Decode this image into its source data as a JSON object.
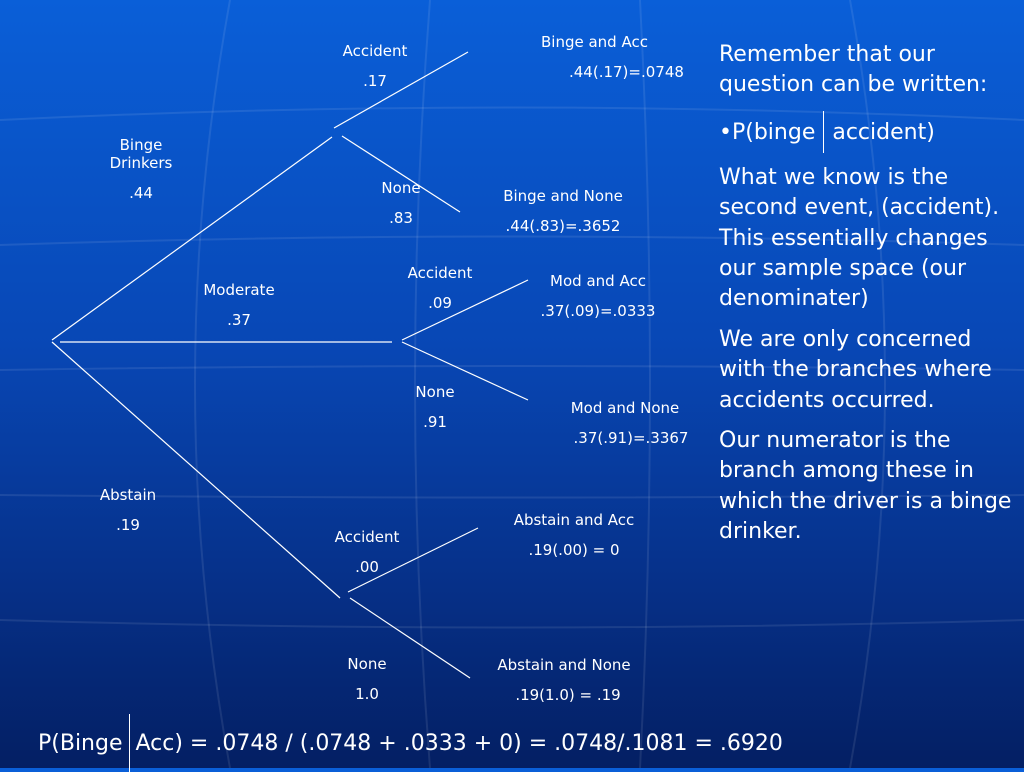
{
  "tree": {
    "binge": {
      "name_line1": "Binge",
      "name_line2": "Drinkers",
      "prob": ".44"
    },
    "moderate": {
      "name": "Moderate",
      "prob": ".37"
    },
    "abstain": {
      "name": "Abstain",
      "prob": ".19"
    },
    "binge_accident": {
      "name": "Accident",
      "prob": ".17"
    },
    "binge_none": {
      "name": "None",
      "prob": ".83"
    },
    "mod_accident": {
      "name": "Accident",
      "prob": ".09"
    },
    "mod_none": {
      "name": "None",
      "prob": ".91"
    },
    "abstain_accident": {
      "name": "Accident",
      "prob": ".00"
    },
    "abstain_none": {
      "name": "None",
      "prob": "1.0"
    }
  },
  "outcomes": [
    {
      "label": "Binge and Acc",
      "calc": ".44(.17)=.0748"
    },
    {
      "label": "Binge and None",
      "calc": ".44(.83)=.3652"
    },
    {
      "label": "Mod and Acc",
      "calc": ".37(.09)=.0333"
    },
    {
      "label": "Mod and None",
      "calc": ".37(.91)=.3367"
    },
    {
      "label": "Abstain and Acc",
      "calc": ".19(.00) = 0"
    },
    {
      "label": "Abstain and None",
      "calc": ".19(1.0) = .19"
    }
  ],
  "explanation": {
    "p1": "Remember that our question can be written:",
    "p2_bullet": "•",
    "p2_left": "P(binge",
    "p2_right": "accident)",
    "p3": "What we know is the second event, (accident).  This essentially changes our sample space (our denominater)",
    "p4": "We are only concerned with the branches where accidents occurred.",
    "p5": "Our numerator is the branch among these in which the driver is a binge drinker."
  },
  "formula": {
    "left": "P(Binge",
    "right": "Acc) = .0748 / (.0748 + .0333 + 0) = .0748/.1081 = .6920"
  }
}
